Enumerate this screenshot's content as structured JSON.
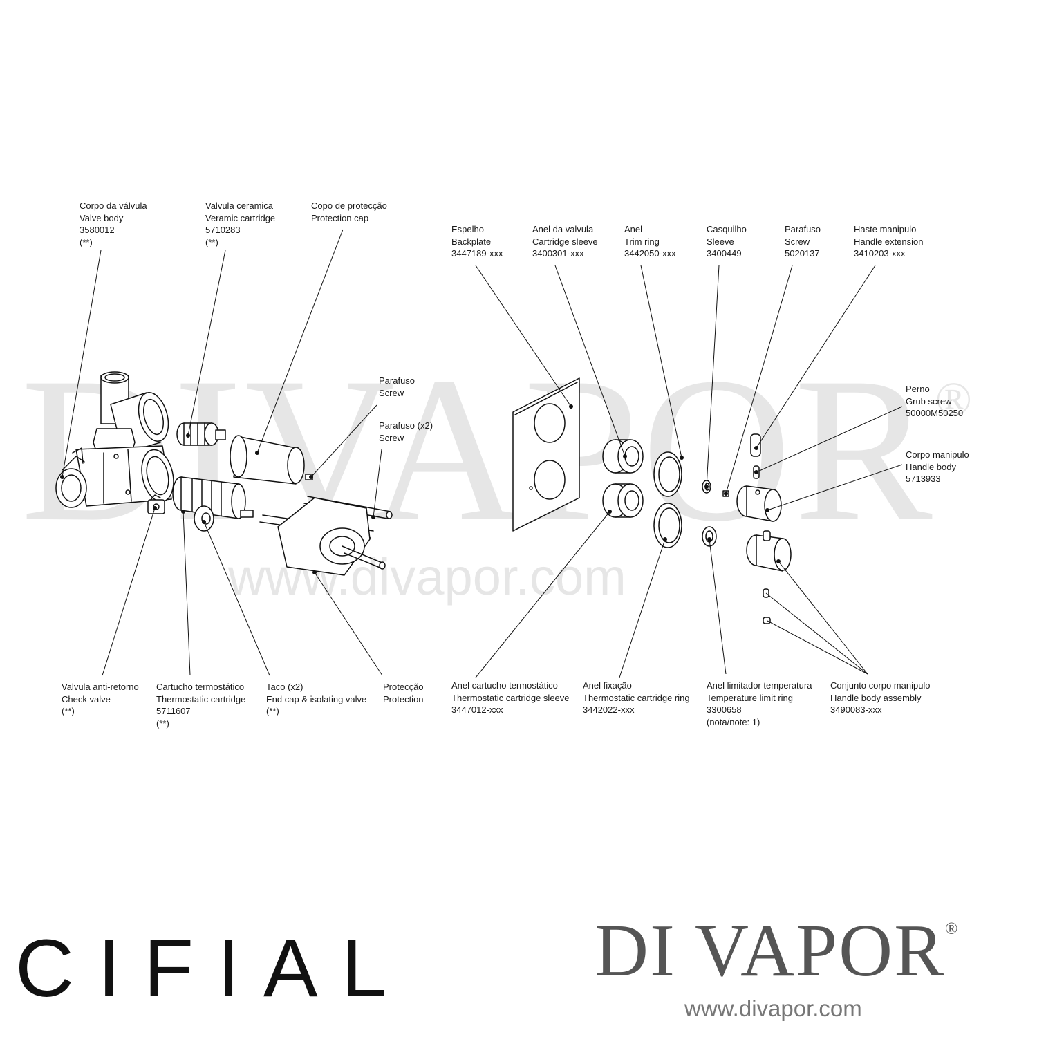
{
  "watermark": {
    "big": "DIVAPOR",
    "registered": "®",
    "url": "www.divapor.com"
  },
  "labels": {
    "valve_body": [
      "Corpo da válvula",
      "Valve body",
      "3580012",
      "(**)"
    ],
    "ceramic_cartridge": [
      "Valvula ceramica",
      "Veramic cartridge",
      "5710283",
      "(**)"
    ],
    "protection_cap": [
      "Copo de protecção",
      "Protection cap"
    ],
    "screw_a": [
      "Parafuso",
      "Screw"
    ],
    "screw_x2": [
      "Parafuso (x2)",
      "Screw"
    ],
    "check_valve": [
      "Valvula anti-retorno",
      "Check valve",
      "(**)"
    ],
    "thermostatic_cartridge": [
      "Cartucho termostático",
      "Thermostatic cartridge",
      "5711607",
      "(**)"
    ],
    "end_cap": [
      "Taco (x2)",
      "End cap & isolating valve",
      "(**)"
    ],
    "protection": [
      "Protecção",
      "Protection"
    ],
    "backplate": [
      "Espelho",
      "Backplate",
      "3447189-xxx"
    ],
    "cartridge_sleeve": [
      "Anel da valvula",
      "Cartridge sleeve",
      "3400301-xxx"
    ],
    "trim_ring": [
      "Anel",
      "Trim ring",
      "3442050-xxx"
    ],
    "sleeve": [
      "Casquilho",
      "Sleeve",
      "3400449"
    ],
    "screw_b": [
      "Parafuso",
      "Screw",
      "5020137"
    ],
    "handle_extension": [
      "Haste manipulo",
      "Handle extension",
      "3410203-xxx"
    ],
    "grub_screw": [
      "Perno",
      "Grub screw",
      "50000M50250"
    ],
    "handle_body": [
      "Corpo manipulo",
      "Handle body",
      "5713933"
    ],
    "thermo_cartridge_sleeve": [
      "Anel cartucho termostático",
      "Thermostatic cartridge sleeve",
      "3447012-xxx"
    ],
    "thermo_cartridge_ring": [
      "Anel fixação",
      "Thermostatic cartridge ring",
      "3442022-xxx"
    ],
    "temp_limit_ring": [
      "Anel limitador temperatura",
      "Temperature limit ring",
      "3300658",
      "(nota/note: 1)"
    ],
    "handle_body_assembly": [
      "Conjunto corpo manipulo",
      "Handle body assembly",
      "3490083-xxx"
    ]
  },
  "logos": {
    "brand": "CIFIAL",
    "dealer": "DI VAPOR",
    "dealer_registered": "®",
    "dealer_url": "www.divapor.com"
  }
}
